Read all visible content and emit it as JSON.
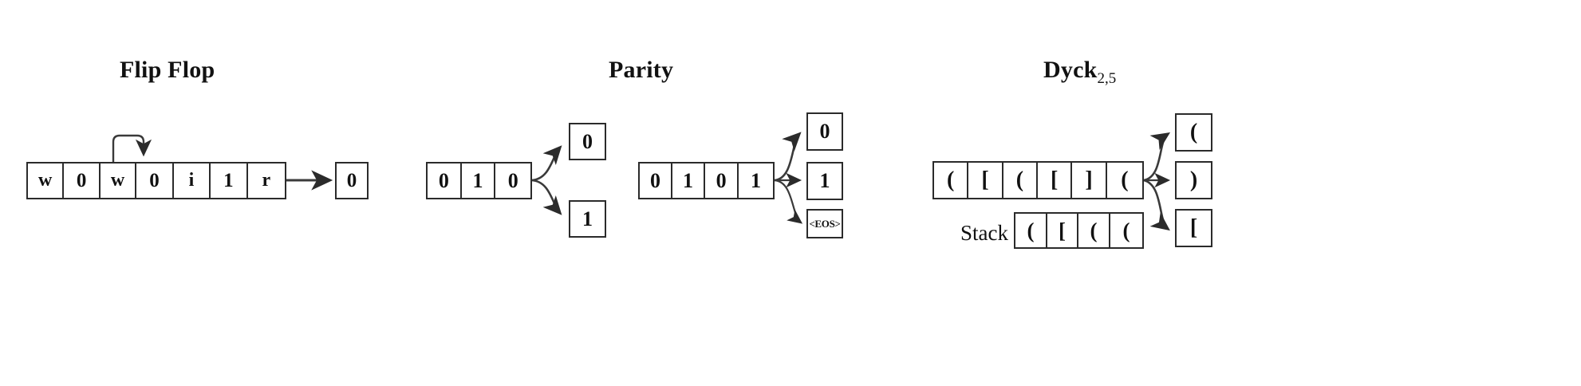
{
  "figure": {
    "background": "#ffffff",
    "stroke": "#2b2b2b",
    "text_color": "#111111"
  },
  "panels": [
    {
      "id": "flip-flop",
      "title": "Flip Flop",
      "title_sub": "",
      "sequence": [
        "w",
        "0",
        "w",
        "0",
        "i",
        "1",
        "r"
      ],
      "outputs": [
        "0"
      ],
      "loop_arrow": {
        "from_index": 2,
        "to_index": 3,
        "label": ""
      }
    },
    {
      "id": "parity",
      "title": "Parity",
      "title_sub": "",
      "groups": [
        {
          "id": "parity-a",
          "sequence": [
            "0",
            "1",
            "0"
          ],
          "outputs": [
            "0",
            "1"
          ]
        },
        {
          "id": "parity-b",
          "sequence": [
            "0",
            "1",
            "0",
            "1"
          ],
          "outputs": [
            "0",
            "1",
            "<EOS>"
          ]
        }
      ]
    },
    {
      "id": "dyck",
      "title": "Dyck",
      "title_sub": "2,5",
      "sequence": [
        "(",
        "[",
        "(",
        "[",
        "]",
        "("
      ],
      "outputs": [
        "(",
        ")",
        "["
      ],
      "stack_label": "Stack",
      "stack": [
        "(",
        "[",
        "(",
        "("
      ]
    }
  ]
}
